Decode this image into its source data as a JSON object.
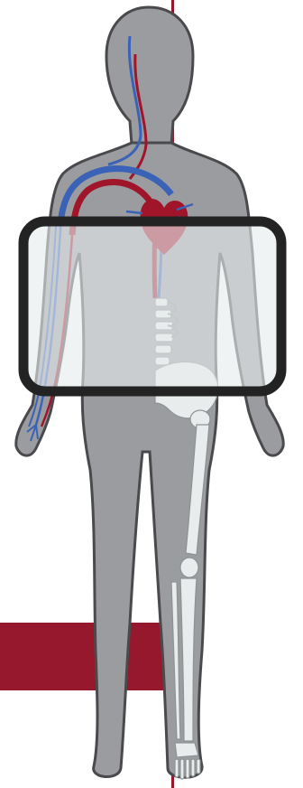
{
  "figure": {
    "subject": "human-body",
    "view": "front",
    "highlighted_systems": [
      "circulatory-system",
      "skeletal-system"
    ],
    "overlay": "screening-viewport"
  },
  "colors": {
    "body_fill": "#9b9ca0",
    "body_outline": "#4a4a4c",
    "artery": "#a0152a",
    "vein": "#3a63b8",
    "bone": "#e9ecec",
    "bone_outline": "#8d9292",
    "viewport_frame": "#232323",
    "viewport_glass": "#e6ecec",
    "accent_band": "#95182d",
    "center_line": "#95182d"
  }
}
